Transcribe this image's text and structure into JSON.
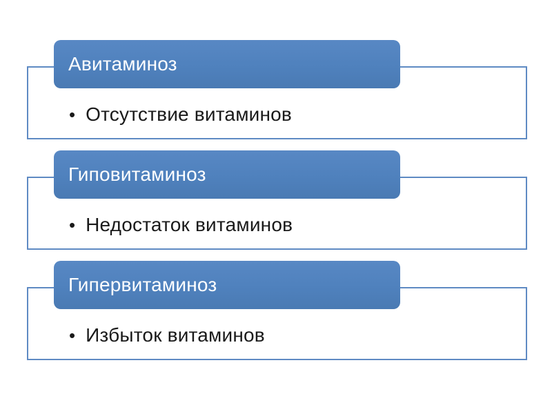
{
  "slide": {
    "background": "#FFFFFF",
    "accent_color": "#4F81BD",
    "outline_color": "#5E8AC3",
    "text_color": "#1A1A1A",
    "header_text_color": "#FFFFFF",
    "bullet_char": "•",
    "sections": [
      {
        "title": "Авитаминоз",
        "bullet": "Отсутствие витаминов"
      },
      {
        "title": "Гиповитаминоз",
        "bullet": "Недостаток витаминов"
      },
      {
        "title": "Гипервитаминоз",
        "bullet": "Избыток витаминов"
      }
    ]
  }
}
